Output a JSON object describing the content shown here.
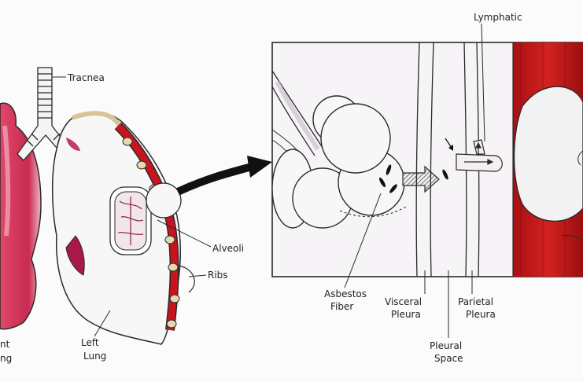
{
  "labels": {
    "trachea": "Tracnea",
    "lymphatic": "Lymphatic",
    "alveoli": "Alveoli",
    "ribs": "Ribs",
    "left_lung_1": "Left",
    "left_lung_2": "Lung",
    "right_lung_1": "nt",
    "right_lung_2": "ng",
    "asbestos_1": "Asbestos",
    "asbestos_2": "Fiber",
    "visceral_1": "Visceral",
    "visceral_2": "Pleura",
    "parietal_1": "Parietal",
    "parietal_2": "Pleura",
    "pleural_1": "Pleural",
    "pleural_2": "Space"
  },
  "colors": {
    "lung_pink": "#d9365a",
    "rib_red": "#c8151d",
    "tissue_red": "#c01a1a",
    "fiber_black": "#111111",
    "outline": "#2a2a2a"
  }
}
